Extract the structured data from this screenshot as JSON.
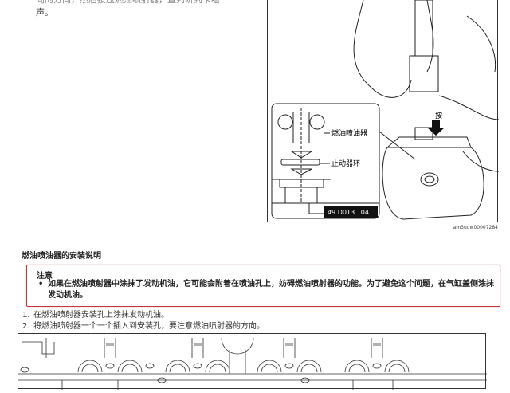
{
  "top_text": {
    "line1_partial": "向的方向，然后按压燃油喷射器，直到听到卡嗒",
    "line2": "声。"
  },
  "figure": {
    "label_injector": "燃油喷油器",
    "label_ring": "止动器环",
    "label_press": "按",
    "tool_number": "49 D013 104",
    "caption": "am3uuw00007284"
  },
  "section": {
    "heading": "燃油喷油器的安装说明"
  },
  "warning": {
    "title": "注意",
    "bullet": "•",
    "body": "如果在燃油喷射器中涂抹了发动机油，它可能会附着在喷油孔上，妨碍燃油喷射器的功能。为了避免这个问题，在气缸盖侧涂抹发动机油。",
    "border_color": "#c0393b"
  },
  "steps": [
    {
      "num": "1.",
      "text": "在燃油喷射器安装孔上涂抹发动机油。"
    },
    {
      "num": "2.",
      "text": "将燃油喷射器一个一个插入到安装孔，要注意燃油喷射器的方向。"
    }
  ]
}
